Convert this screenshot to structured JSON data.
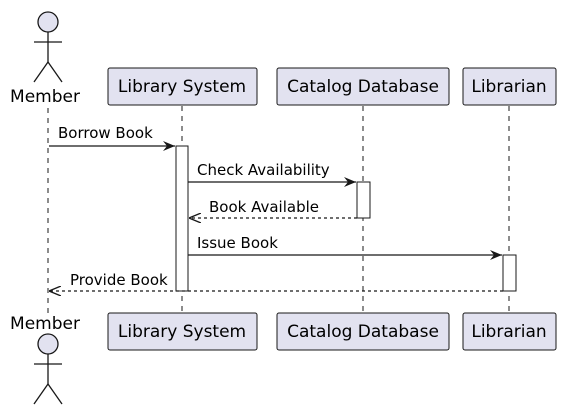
{
  "diagram": {
    "type": "sequence",
    "participants": [
      {
        "id": "member",
        "label": "Member",
        "kind": "actor"
      },
      {
        "id": "library",
        "label": "Library System",
        "kind": "participant"
      },
      {
        "id": "catalog",
        "label": "Catalog Database",
        "kind": "participant"
      },
      {
        "id": "librarian",
        "label": "Librarian",
        "kind": "participant"
      }
    ],
    "messages": [
      {
        "from": "member",
        "to": "library",
        "label": "Borrow Book",
        "style": "solid"
      },
      {
        "from": "library",
        "to": "catalog",
        "label": "Check Availability",
        "style": "solid"
      },
      {
        "from": "catalog",
        "to": "library",
        "label": "Book Available",
        "style": "dashed"
      },
      {
        "from": "library",
        "to": "librarian",
        "label": "Issue Book",
        "style": "solid"
      },
      {
        "from": "librarian",
        "to": "member",
        "label": "Provide Book",
        "style": "dashed"
      }
    ],
    "colors": {
      "participant_fill": "#E2E2F0",
      "participant_border": "#181818",
      "actor_fill": "#E2E2F0",
      "line": "#181818",
      "background": "#FFFFFF"
    }
  }
}
